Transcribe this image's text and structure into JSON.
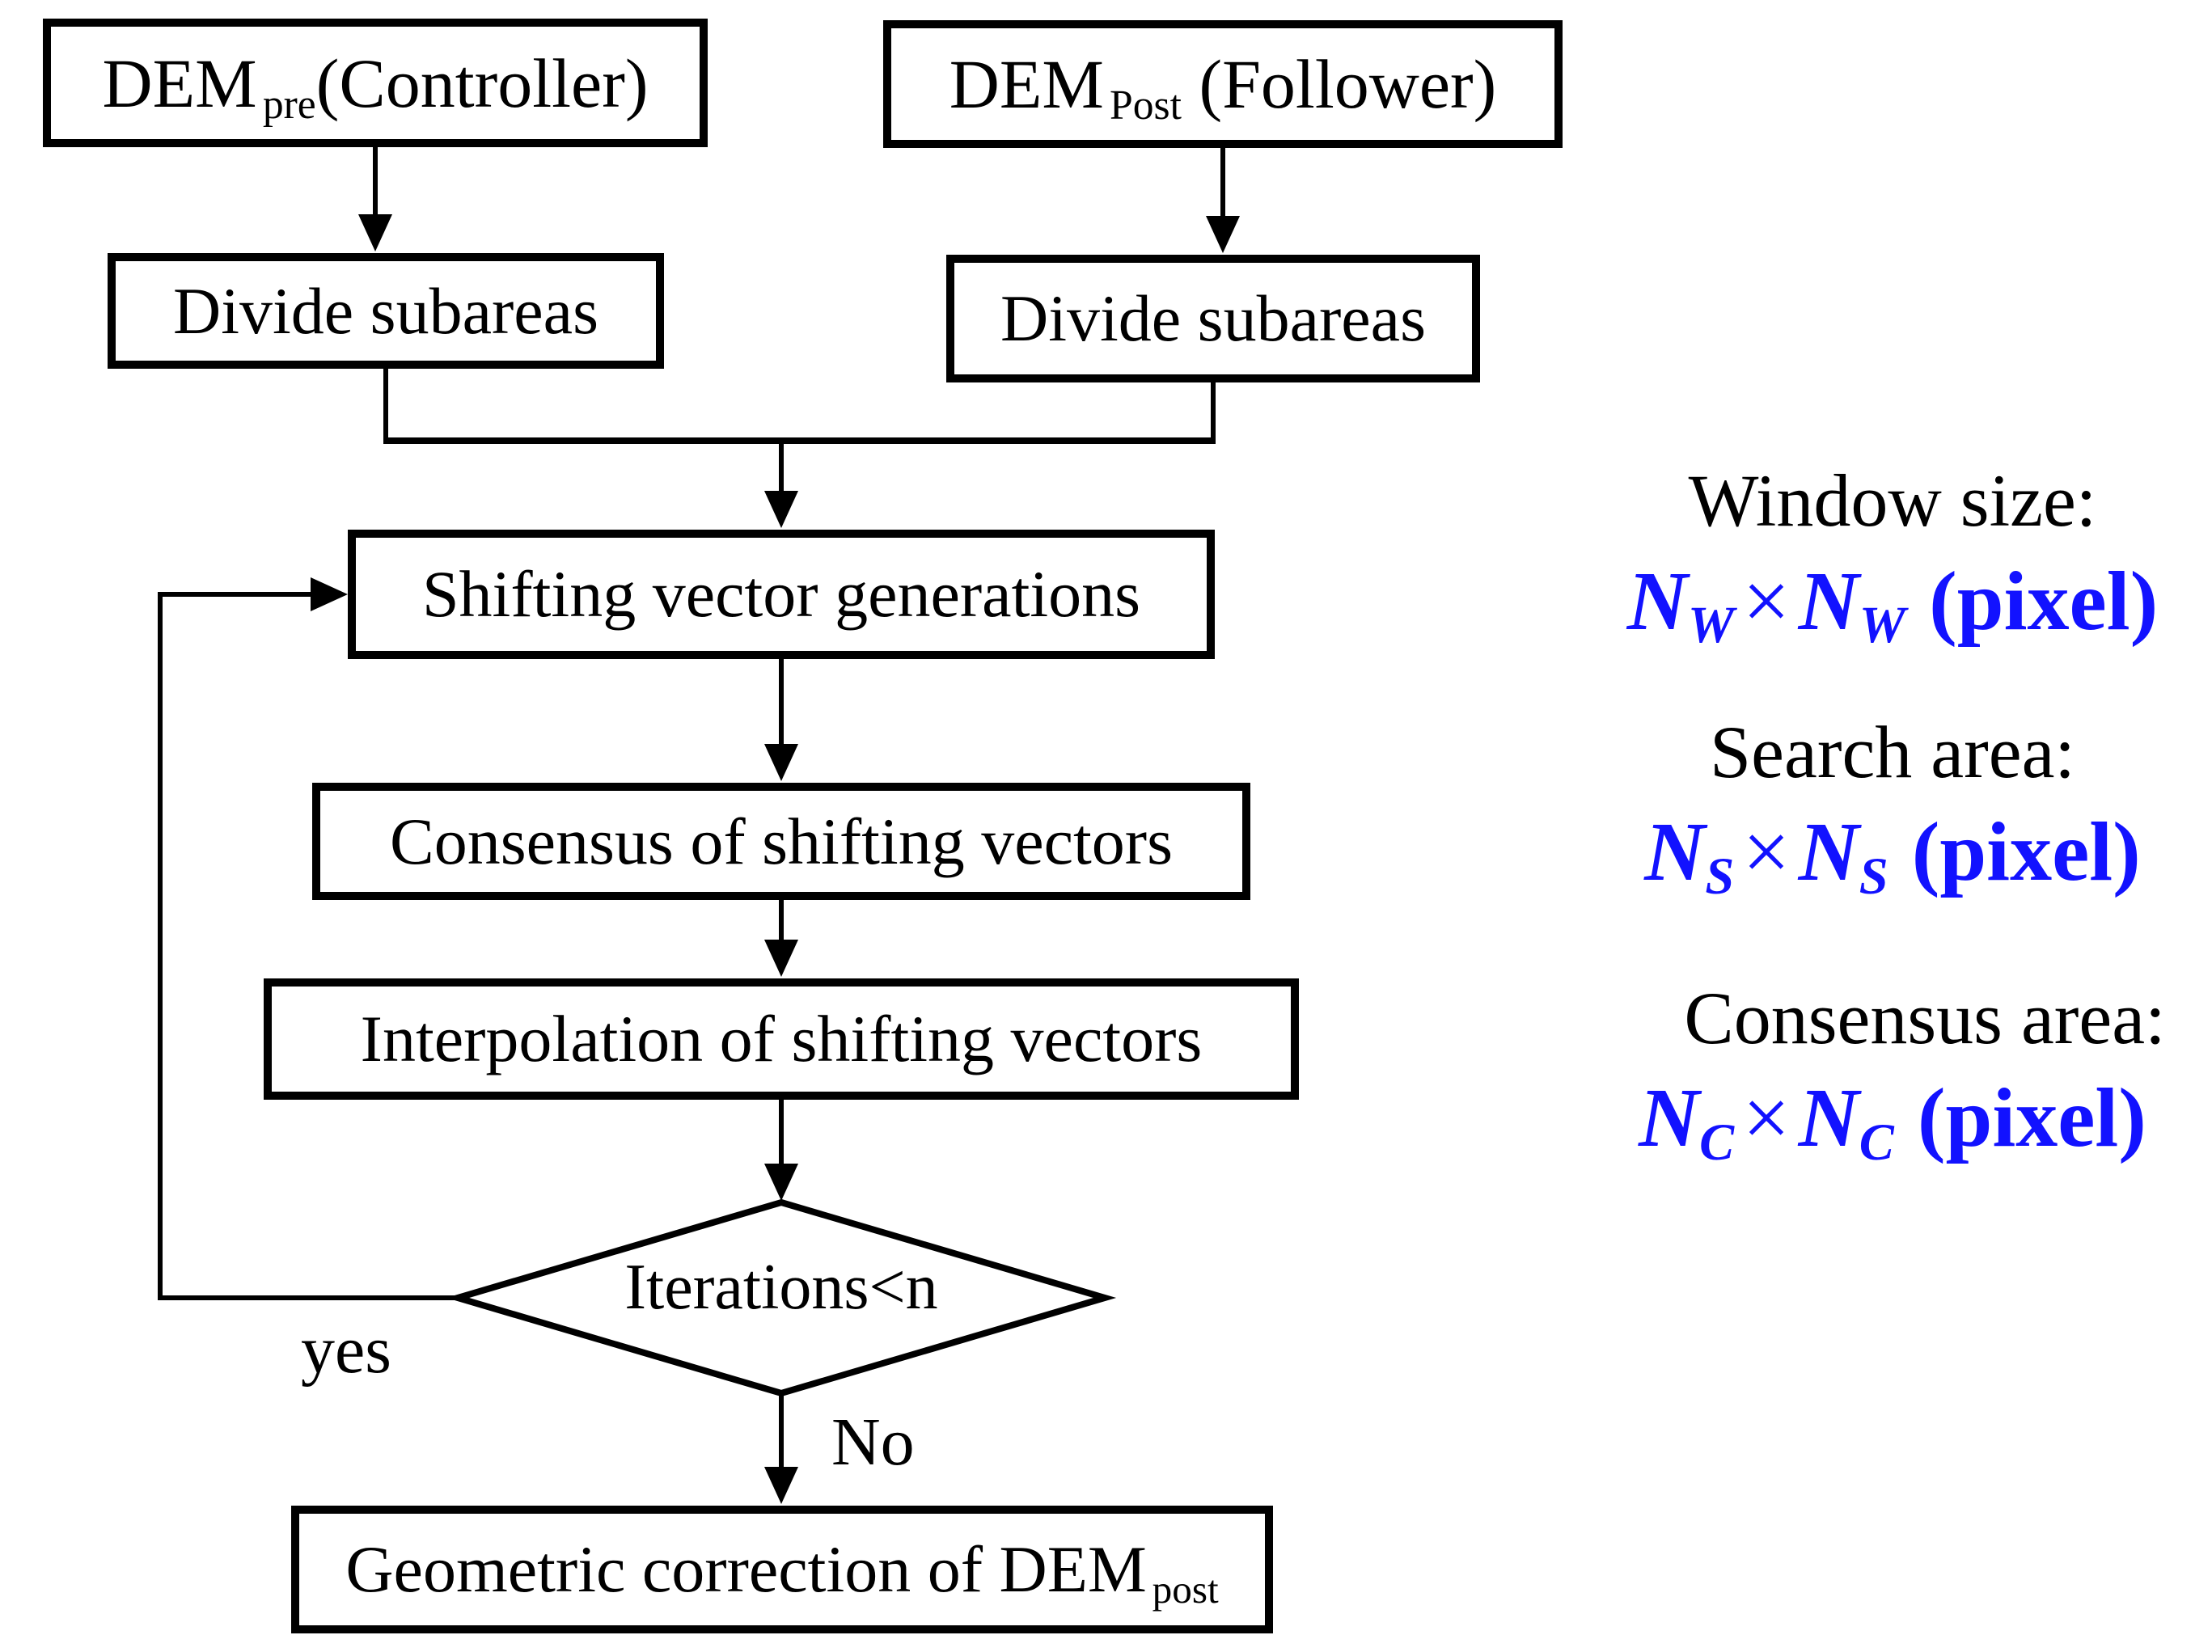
{
  "diagram": {
    "nodes": {
      "dem_pre": {
        "main": "DEM",
        "sub": "pre",
        "tail": "(Controller)"
      },
      "dem_post": {
        "main": "DEM",
        "sub": "Post",
        "tail": " (Follower)"
      },
      "divide_left": {
        "label": "Divide subareas"
      },
      "divide_right": {
        "label": "Divide subareas"
      },
      "shifting": {
        "label": "Shifting vector generations"
      },
      "consensus": {
        "label": "Consensus of shifting vectors"
      },
      "interpolation": {
        "label": "Interpolation of shifting vectors"
      },
      "decision": {
        "label": "Iterations<n"
      },
      "geometric": {
        "main": "Geometric correction of DEM",
        "sub": "post",
        "tail": ""
      }
    },
    "edge_labels": {
      "yes": "yes",
      "no": "No"
    }
  },
  "legend": {
    "accent_color": "#1212ff",
    "items": [
      {
        "label": "Window size:",
        "base": "N",
        "sub": "W",
        "times": "×",
        "base2": "N",
        "sub2": "W",
        "unit": "(pixel)"
      },
      {
        "label": "Search area:",
        "base": "N",
        "sub": "S",
        "times": "×",
        "base2": "N",
        "sub2": "S",
        "unit": "(pixel)"
      },
      {
        "label": "Consensus area:",
        "base": "N",
        "sub": "C",
        "times": "×",
        "base2": "N",
        "sub2": "C",
        "unit": "(pixel)"
      }
    ]
  }
}
